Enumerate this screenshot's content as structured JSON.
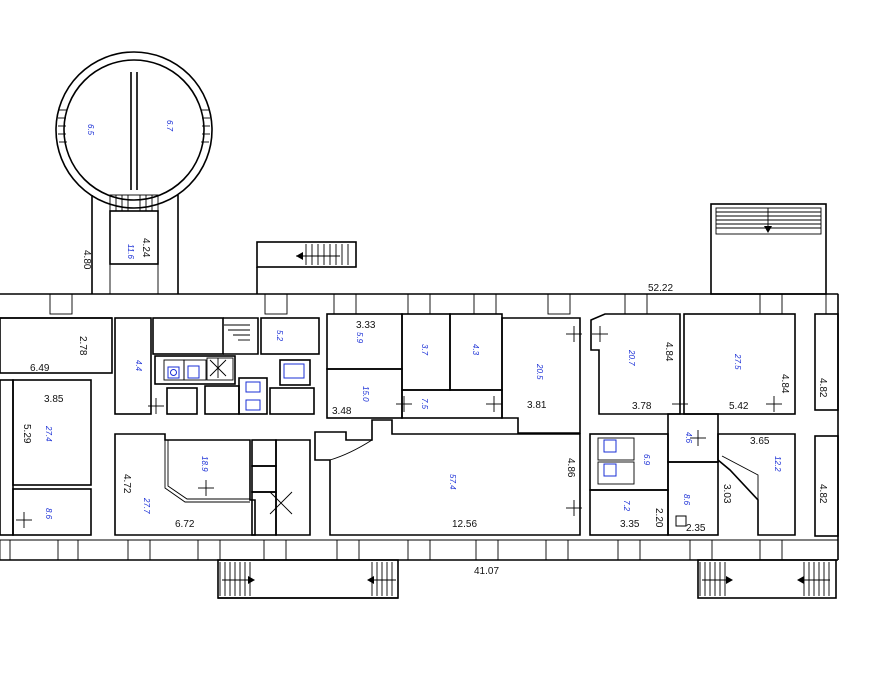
{
  "diagram": {
    "dimensions": [
      {
        "id": "d1",
        "text": "4.80"
      },
      {
        "id": "d2",
        "text": "4.24"
      },
      {
        "id": "d3",
        "text": "52.22"
      },
      {
        "id": "d4",
        "text": "2.78"
      },
      {
        "id": "d5",
        "text": "6.49"
      },
      {
        "id": "d6",
        "text": "3.33"
      },
      {
        "id": "d7",
        "text": "3.48"
      },
      {
        "id": "d8",
        "text": "3.81"
      },
      {
        "id": "d9",
        "text": "4.84"
      },
      {
        "id": "d10",
        "text": "3.78"
      },
      {
        "id": "d11",
        "text": "5.42"
      },
      {
        "id": "d12",
        "text": "4.84"
      },
      {
        "id": "d13",
        "text": "4.82"
      },
      {
        "id": "d14",
        "text": "3.85"
      },
      {
        "id": "d15",
        "text": "5.29"
      },
      {
        "id": "d16",
        "text": "4.72"
      },
      {
        "id": "d17",
        "text": "6.72"
      },
      {
        "id": "d18",
        "text": "12.56"
      },
      {
        "id": "d19",
        "text": "4.86"
      },
      {
        "id": "d20",
        "text": "3.65"
      },
      {
        "id": "d21",
        "text": "3.03"
      },
      {
        "id": "d22",
        "text": "4.82"
      },
      {
        "id": "d23",
        "text": "3.35"
      },
      {
        "id": "d24",
        "text": "2.20"
      },
      {
        "id": "d25",
        "text": "2.35"
      },
      {
        "id": "d26",
        "text": "41.07"
      }
    ],
    "room_labels": [
      {
        "id": "r1",
        "text": "6.5"
      },
      {
        "id": "r2",
        "text": "6.7"
      },
      {
        "id": "r3",
        "text": "11.6"
      },
      {
        "id": "r4",
        "text": "5.2"
      },
      {
        "id": "r5",
        "text": "4.4"
      },
      {
        "id": "r6",
        "text": "5.9"
      },
      {
        "id": "r7",
        "text": "3.7"
      },
      {
        "id": "r8",
        "text": "4.3"
      },
      {
        "id": "r9",
        "text": "20.5"
      },
      {
        "id": "r10",
        "text": "20.7"
      },
      {
        "id": "r11",
        "text": "27.5"
      },
      {
        "id": "r12",
        "text": "15.0"
      },
      {
        "id": "r13",
        "text": "7.5"
      },
      {
        "id": "r14",
        "text": "27.4"
      },
      {
        "id": "r15",
        "text": "27.7"
      },
      {
        "id": "r16",
        "text": "18.9"
      },
      {
        "id": "r17",
        "text": "57.4"
      },
      {
        "id": "r18",
        "text": "8.6"
      },
      {
        "id": "r19",
        "text": "7.2"
      },
      {
        "id": "r20",
        "text": "12.2"
      },
      {
        "id": "r21",
        "text": "8.6"
      },
      {
        "id": "r22",
        "text": "4.6"
      },
      {
        "id": "r23",
        "text": "6.9"
      }
    ]
  }
}
